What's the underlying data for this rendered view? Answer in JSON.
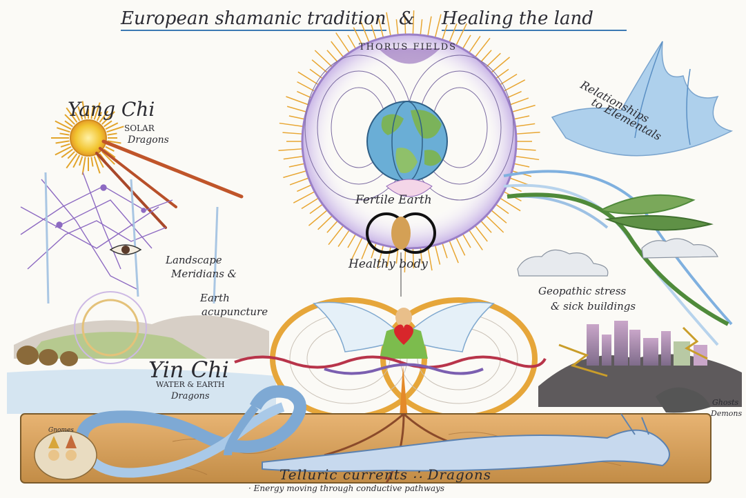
{
  "title": {
    "part1": "European shamanic tradition",
    "amp": "&",
    "part2": "Healing the land"
  },
  "labels": {
    "thorus_fields": "THORUS FIELDS",
    "yang_chi": "Yang Chi",
    "solar": "SOLAR",
    "dragons_solar": "Dragons",
    "relationships": "Relationships",
    "to_elementals": "to Elementals",
    "fertile_earth": "Fertile Earth",
    "healthy_body": "Healthy body",
    "landscape": "Landscape",
    "meridians": "Meridians &",
    "earth": "Earth",
    "acupuncture": "acupuncture",
    "geopathic": "Geopathic stress",
    "sick_buildings": "& sick buildings",
    "yin_chi": "Yin Chi",
    "water_earth": "WATER & EARTH",
    "dragons_water": "Dragons",
    "ghosts": "Ghosts",
    "demons": "Demons",
    "gnomes": "Gnomes",
    "telluric": "Telluric currents ∴ Dragons",
    "energy": "· Energy moving through conductive pathways"
  },
  "colors": {
    "sun": "#f2c531",
    "sun_rays": "#c0552a",
    "thorus": "#9a7fc7",
    "earth_water": "#6aaed6",
    "earth_land": "#7bb35a",
    "leaf": "#4f8a3a",
    "wind": "#6d9fd3",
    "ground": "#c9964f",
    "river": "#8ab7e3",
    "heart": "#d8262b",
    "thorus_halo": "#e8a632"
  },
  "icons": [
    "sun-icon",
    "earth-globe-icon",
    "eye-icon",
    "heart-icon",
    "angel-figure-icon",
    "dragon-icon",
    "wind-spirit-icon",
    "leaf-icon",
    "city-icon",
    "cloud-icon",
    "infinity-river-icon"
  ]
}
